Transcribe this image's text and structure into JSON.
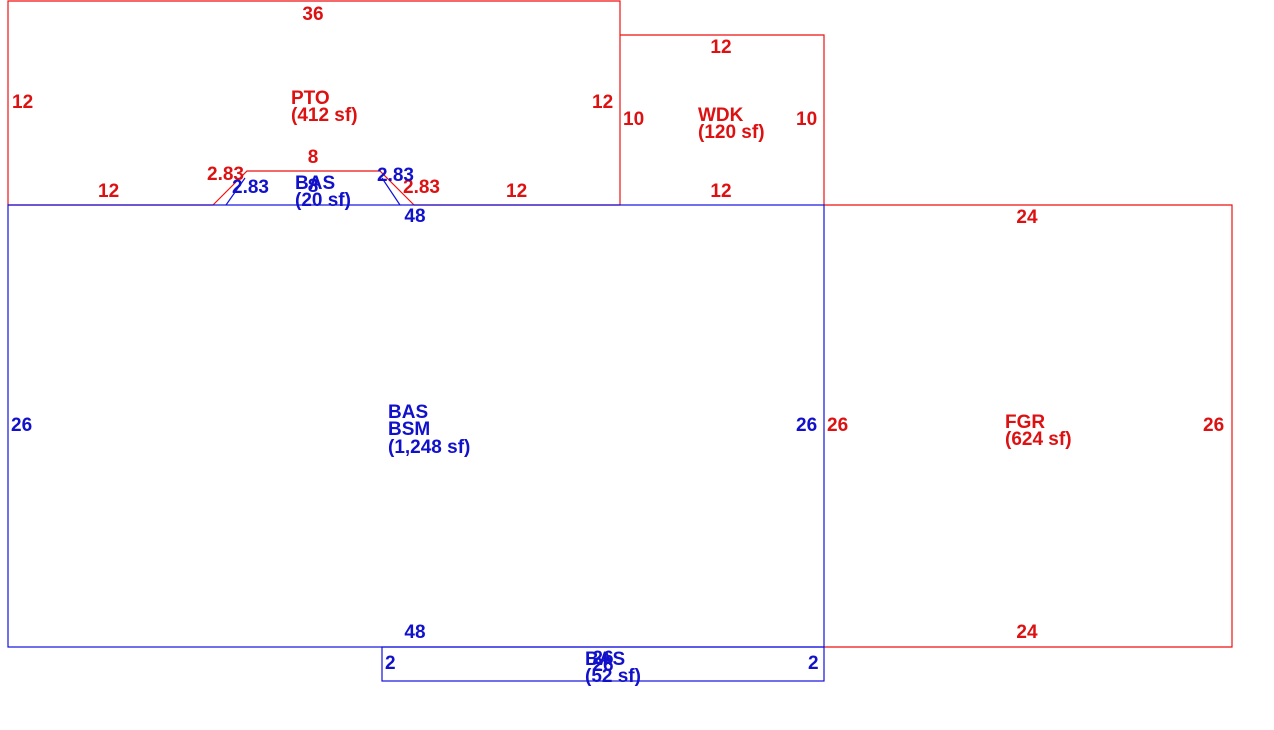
{
  "colors": {
    "addition": "#dd1111",
    "main_structure": "#1111cc"
  },
  "areas": {
    "pto": {
      "code": "PTO",
      "area": "(412 sf)",
      "dims": {
        "top": "36",
        "left": "12",
        "right": "12",
        "bottom_left": "12",
        "bottom_right": "12",
        "bay_top": "8",
        "bay_left_diag": "2.83",
        "bay_right_diag": "2.83"
      }
    },
    "wdk": {
      "code": "WDK",
      "area": "(120 sf)",
      "dims": {
        "top": "12",
        "left": "10",
        "right": "10",
        "bottom": "12"
      }
    },
    "bay": {
      "code": "BAS",
      "area": "(20 sf)",
      "dims": {
        "top": "8",
        "left_diag": "2.83",
        "right_diag": "2.83"
      }
    },
    "main": {
      "code1": "BAS",
      "code2": "BSM",
      "area": "(1,248 sf)",
      "dims": {
        "top": "48",
        "left": "26",
        "right": "26",
        "bottom": "48"
      }
    },
    "fgr": {
      "code": "FGR",
      "area": "(624 sf)",
      "dims": {
        "top": "24",
        "left": "26",
        "right": "26",
        "bottom": "24"
      }
    },
    "ext": {
      "code": "BAS",
      "area": "(52 sf)",
      "dims": {
        "top": "26",
        "left": "2",
        "right": "2",
        "bottom": "26"
      }
    }
  }
}
